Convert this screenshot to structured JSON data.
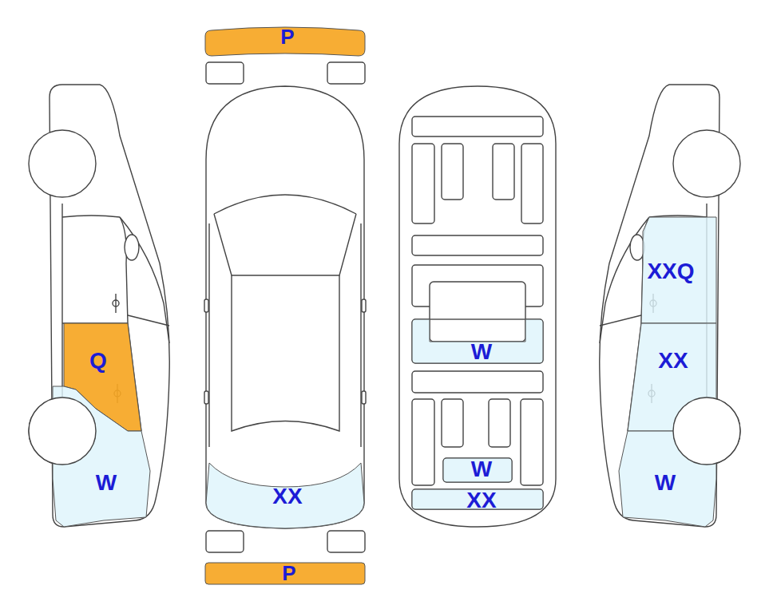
{
  "diagram": {
    "nodes": [
      {
        "text": [
          "P"
        ]
      },
      {
        "text": [
          "Q"
        ]
      },
      {
        "text": [
          "W"
        ]
      },
      {
        "text": [
          "XX"
        ]
      },
      {
        "text": [
          "P"
        ]
      },
      {
        "text": [
          "W"
        ]
      },
      {
        "text": [
          "W"
        ]
      },
      {
        "text": [
          "XX"
        ]
      },
      {
        "text": [
          "XXQ"
        ]
      },
      {
        "text": [
          "XX"
        ]
      },
      {
        "text": [
          "W"
        ]
      }
    ]
  }
}
